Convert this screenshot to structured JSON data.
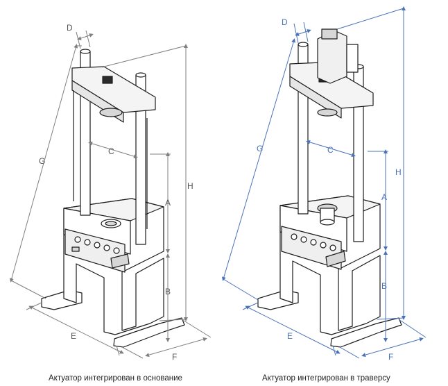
{
  "colors": {
    "dimension_left": "#7f7f7f",
    "dimension_right": "#4a72b8",
    "machine_line": "#1c1c1c",
    "machine_fill": "#ffffff",
    "shade": "#d7d7d7"
  },
  "left_figure": {
    "caption": "Актуатор интегрирован в основание",
    "labels": {
      "D": "D",
      "C": "C",
      "G": "G",
      "H": "H",
      "A": "A",
      "B": "B",
      "E": "E",
      "F": "F"
    }
  },
  "right_figure": {
    "caption": "Актуатор интегрирован в траверсу",
    "labels": {
      "D": "D",
      "C": "C",
      "G": "G",
      "H": "H",
      "A": "A",
      "B": "B",
      "E": "E",
      "F": "F"
    }
  }
}
